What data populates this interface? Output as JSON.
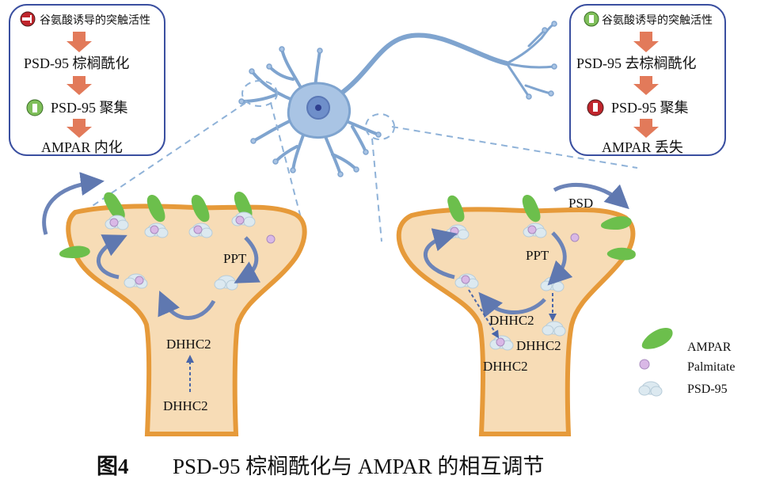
{
  "left_box": {
    "step1": "谷氨酸诱导的突触活性",
    "step2": "PSD-95 棕榈酰化",
    "step3": "PSD-95 聚集",
    "step4": "AMPAR 内化"
  },
  "right_box": {
    "step1": "谷氨酸诱导的突触活性",
    "step2": "PSD-95 去棕榈酰化",
    "step3": "PSD-95 聚集",
    "step4": "AMPAR 丢失"
  },
  "left_spine": {
    "ppt_label": "PPT",
    "dhhc2_top": "DHHC2",
    "dhhc2_bottom": "DHHC2"
  },
  "right_spine": {
    "psd_label": "PSD",
    "ppt_label": "PPT",
    "dhhc2_a": "DHHC2",
    "dhhc2_b": "DHHC2",
    "dhhc2_c": "DHHC2"
  },
  "legend": {
    "ampar": "AMPAR",
    "palmitate": "Palmitate",
    "psd95": "PSD-95"
  },
  "caption": {
    "figure_no": "图4",
    "title": "PSD-95 棕榈酰化与 AMPAR 的相互调节"
  },
  "colors": {
    "box_border": "#3a4fa0",
    "arrow_orange": "#e27a5a",
    "spine_fill": "#f7dcb6",
    "spine_border": "#e69a3a",
    "ampar_green": "#6cbf4c",
    "palmitate": "#d9b8e6",
    "psd95": "#dce9f0",
    "neuron": "#8fb2d8",
    "cycle_arrow": "#6c84b8"
  }
}
